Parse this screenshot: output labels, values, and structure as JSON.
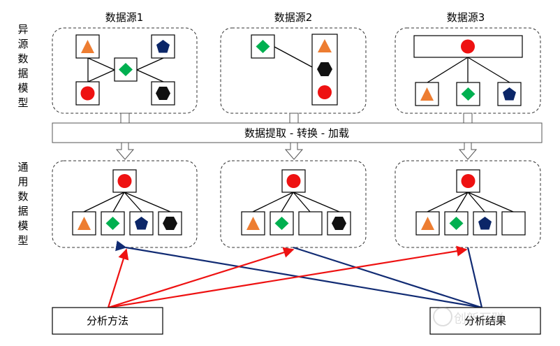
{
  "left_labels": {
    "top": "异源数据模型",
    "bottom": "通用数据模型"
  },
  "sources": [
    "数据源1",
    "数据源2",
    "数据源3"
  ],
  "etl_band": "数据提取 - 转换 - 加载",
  "bottom_boxes": {
    "left": "分析方法",
    "right": "分析结果"
  },
  "watermark": "创新互联",
  "colors": {
    "red": "#ee1111",
    "orange": "#ed7d31",
    "green": "#00b050",
    "navy": "#0b2668",
    "black": "#111111",
    "arrow_red": "#ee1111",
    "arrow_blue": "#112b73"
  },
  "shapes": {
    "s1": [
      "triangle",
      "pentagon",
      "diamond",
      "circle",
      "hexagon"
    ],
    "s2": [
      "diamond",
      "triangle",
      "hexagon",
      "circle"
    ],
    "s3": [
      "circle",
      "triangle",
      "diamond",
      "pentagon"
    ],
    "common": [
      {
        "root": "circle",
        "children": [
          "triangle",
          "diamond",
          "pentagon",
          "hexagon"
        ]
      },
      {
        "root": "circle",
        "children": [
          "triangle",
          "diamond",
          "empty",
          "hexagon"
        ]
      },
      {
        "root": "circle",
        "children": [
          "triangle",
          "diamond",
          "pentagon",
          "empty"
        ]
      }
    ]
  }
}
